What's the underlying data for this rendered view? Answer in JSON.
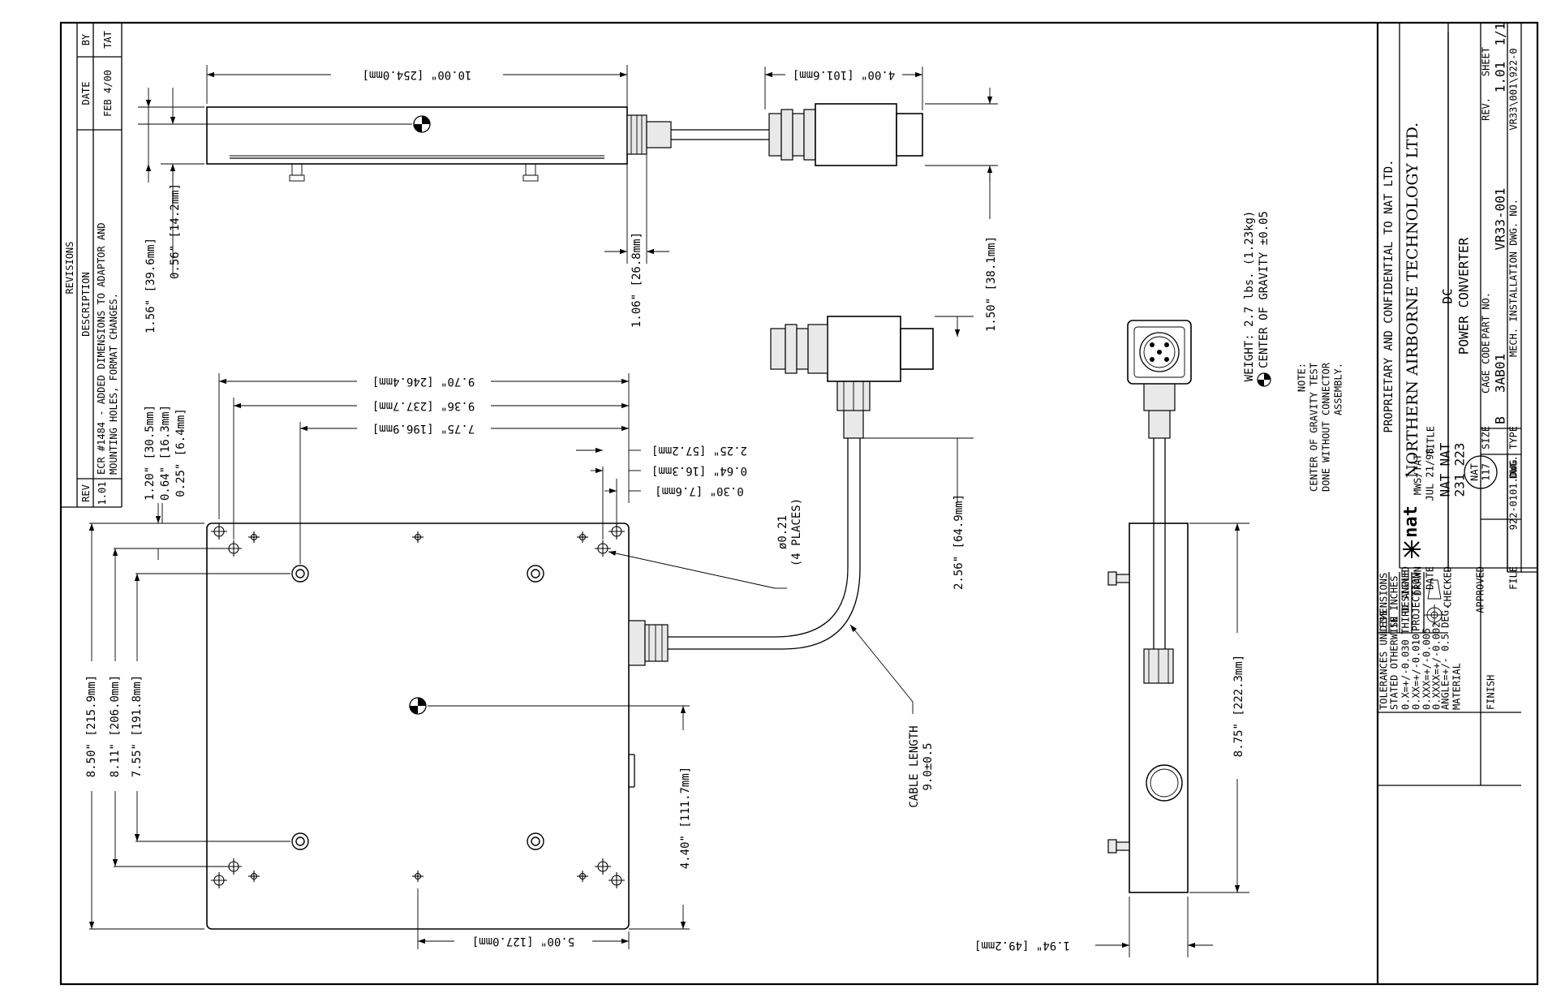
{
  "revisions": {
    "header": "REVISIONS",
    "col_rev": "REV",
    "col_description": "DESCRIPTION",
    "col_date": "DATE",
    "col_by": "BY",
    "entry": {
      "rev": "1.01",
      "description_line1": "ECR #1484 - ADDED DIMENSIONS TO ADAPTOR AND",
      "description_line2": "MOUNTING HOLES, FORMAT CHANGES.",
      "date": "FEB 4/00",
      "by": "TAT"
    }
  },
  "top_view": {
    "d_length": "10.00\" [254.0mm]",
    "d_conn_len": "4.00\" [101.6mm]",
    "d_height": "1.56\" [39.6mm]",
    "d_cg_height": "0.56\" [14.2mm]",
    "d_gland": "1.06\" [26.8mm]",
    "d_conn_dia": "1.50\" [38.1mm]"
  },
  "plan_view": {
    "d_w970": "9.70\" [246.4mm]",
    "d_w936": "9.36\" [237.7mm]",
    "d_w775": "7.75\" [196.9mm]",
    "d_v120": "1.20\" [30.5mm]",
    "d_v064": "0.64\" [16.3mm]",
    "d_v025": "0.25\" [6.4mm]",
    "d_h225": "2.25\" [57.2mm]",
    "d_h064": "0.64\" [16.3mm]",
    "d_h030": "0.30\" [7.6mm]",
    "d_850": "8.50\" [215.9mm]",
    "d_811": "8.11\" [206.0mm]",
    "d_755": "7.55\" [191.8mm]",
    "d_hole_1": "ø0.21",
    "d_hole_2": "(4 PLACES)",
    "d_440": "4.40\" [111.7mm]",
    "d_500": "5.00\" [127.0mm]",
    "d_256": "2.56\" [64.9mm]",
    "cable_1": "CABLE LENGTH",
    "cable_2": "9.0±0.5"
  },
  "end_view": {
    "d_875": "8.75\" [222.3mm]",
    "d_194": "1.94\" [49.2mm]"
  },
  "notes": {
    "weight": "WEIGHT: 2.7 lbs. (1.23kg)",
    "cg": "CENTER OF GRAVITY ±0.05",
    "note_1": "NOTE:",
    "note_2": "CENTER OF GRAVITY TEST",
    "note_3": "DONE WITHOUT CONNECTOR",
    "note_4": "ASSEMBLY."
  },
  "title_block": {
    "proprietary": "PROPRIETARY AND CONFIDENTIAL TO NAT LTD.",
    "logo": "nat",
    "company": "NORTHERN AIRBORNE TECHNOLOGY LTD.",
    "tol_1": "TOLERANCES UNLESS",
    "tol_2": "STATED OTHERWISE",
    "tol_3": "0.X=+/-0.030",
    "tol_4": "0.XX=+/-0.010",
    "tol_5": "0.XXX=+/-0.005",
    "tol_6": "0.XXXX=+/-0.002",
    "tol_7": "ANGLE=+/- 0.5 DEG.",
    "dim_1": "DIMENSIONS",
    "dim_2": "IN INCHES",
    "proj_1": "THIRD ANGLE",
    "proj_2": "PROJECTION",
    "material": "MATERIAL",
    "finish": "FINISH",
    "designed_lbl": "DESIGNED",
    "designed_val": "-",
    "drawn_lbl": "DRAWN",
    "drawn_val": "MWS/TAT",
    "date_lbl": "DATE",
    "date_val": "JUL 21/98",
    "checked_lbl": "CHECKED",
    "stamp_a1": "NAT",
    "stamp_a2": "231",
    "stamp_b1": "NAT",
    "stamp_b2": "223",
    "approved_lbl": "APPROVED",
    "stamp_c1": "NAT",
    "stamp_c2": "117",
    "file_lbl": "FILE",
    "file_val": "922-0101.DWG",
    "title_lbl": "TITLE",
    "title_1": "DC",
    "title_2": "POWER CONVERTER",
    "size_lbl": "SIZE",
    "size_val": "B",
    "cage_lbl": "CAGE CODE",
    "cage_val": "3AB01",
    "part_lbl": "PART NO.",
    "part_val": "VR33-001",
    "rev_lbl": "REV.",
    "rev_val": "1.01",
    "sheet_lbl": "SHEET",
    "sheet_val": "1/1",
    "dwgtype_lbl": "DWG. TYPE",
    "dwgtype_val": "MECH. INSTALLATION",
    "dwgno_lbl": "DWG. NO.",
    "dwgno_val": "VR33\\001\\922-0"
  }
}
